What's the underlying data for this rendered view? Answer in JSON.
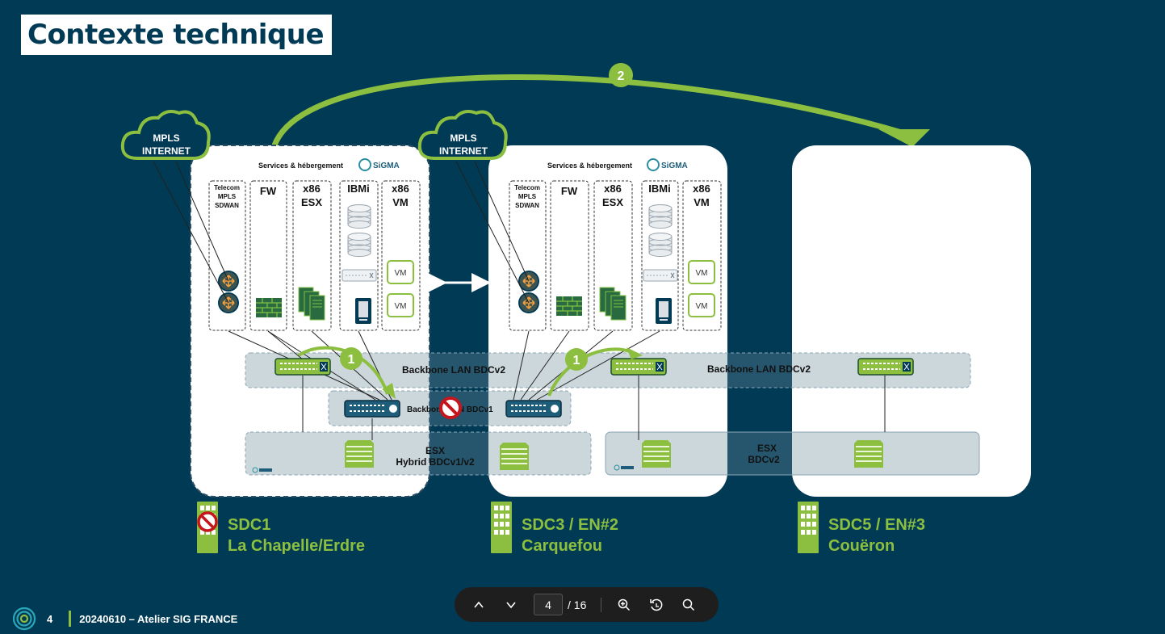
{
  "slide": {
    "title": "Contexte technique"
  },
  "diagram": {
    "clouds": [
      {
        "line1": "MPLS",
        "line2": "INTERNET"
      },
      {
        "line1": "MPLS",
        "line2": "INTERNET"
      }
    ],
    "dc_header": "Services & hébergement",
    "brand": "SiGMA",
    "columns": [
      {
        "l1": "Telecom",
        "l2": "MPLS",
        "l3": "SDWAN"
      },
      {
        "l1": "FW",
        "l2": ""
      },
      {
        "l1": "x86",
        "l2": "ESX"
      },
      {
        "l1": "IBMi",
        "l2": ""
      },
      {
        "l1": "x86",
        "l2": "VM"
      }
    ],
    "vm_label": "VM",
    "backbone_v2": "Backbone LAN BDCv2",
    "backbone_v1": "Backbone LAN BDCv1",
    "esx_hybrid": {
      "l1": "ESX",
      "l2": "Hybrid BDCv1/v2"
    },
    "esx_v2": {
      "l1": "ESX",
      "l2": "BDCv2"
    },
    "steps": [
      "1",
      "1",
      "2"
    ],
    "colors": {
      "accent": "#8cbf3f",
      "background": "#003a55",
      "forbidden": "#c4161c"
    }
  },
  "sites": [
    {
      "name": "SDC1",
      "city": "La Chapelle/Erdre",
      "decommissioned": true
    },
    {
      "name": "SDC3 / EN#2",
      "city": "Carquefou"
    },
    {
      "name": "SDC5 / EN#3",
      "city": "Couëron"
    }
  ],
  "footer": {
    "page": "4",
    "text": "20240610 – Atelier SIG FRANCE"
  },
  "pdf_toolbar": {
    "current_page": "4",
    "total": "/ 16",
    "icons": [
      "chevron-up-icon",
      "chevron-down-icon",
      "zoom-in-icon",
      "rotate-icon",
      "search-icon"
    ]
  }
}
